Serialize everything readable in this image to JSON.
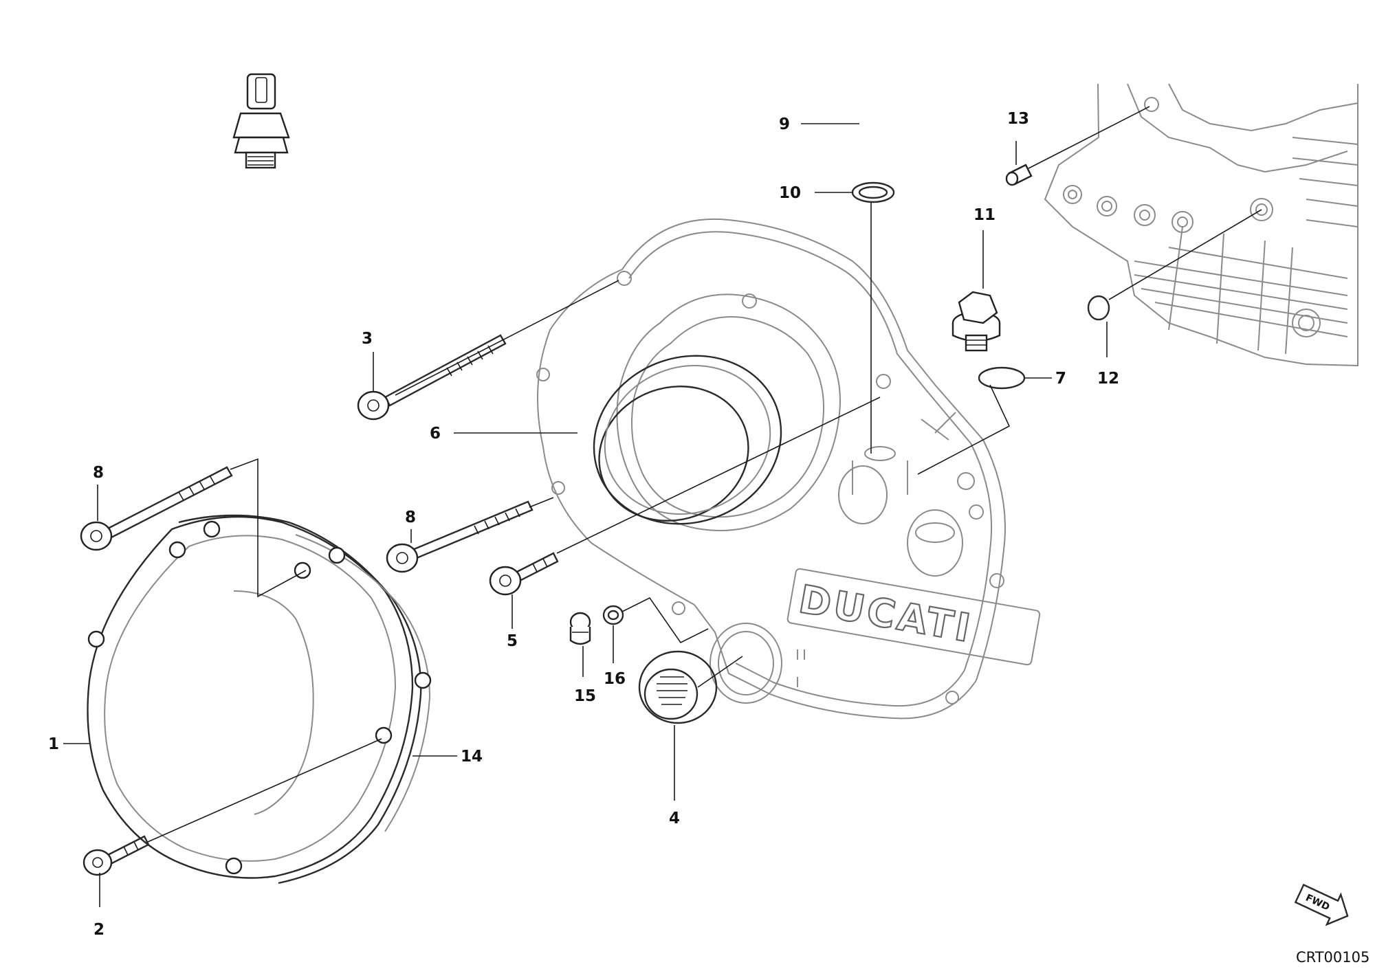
{
  "diagram": {
    "part_labels": {
      "p1": "1",
      "p2": "2",
      "p3": "3",
      "p4": "4",
      "p5": "5",
      "p6": "6",
      "p7": "7",
      "p8a": "8",
      "p8b": "8",
      "p9": "9",
      "p10": "10",
      "p11": "11",
      "p12": "12",
      "p13": "13",
      "p14": "14",
      "p15": "15",
      "p16": "16"
    },
    "brand_text": "DUCATI",
    "direction_arrow": "FWD",
    "drawing_code": "CRT00105"
  }
}
